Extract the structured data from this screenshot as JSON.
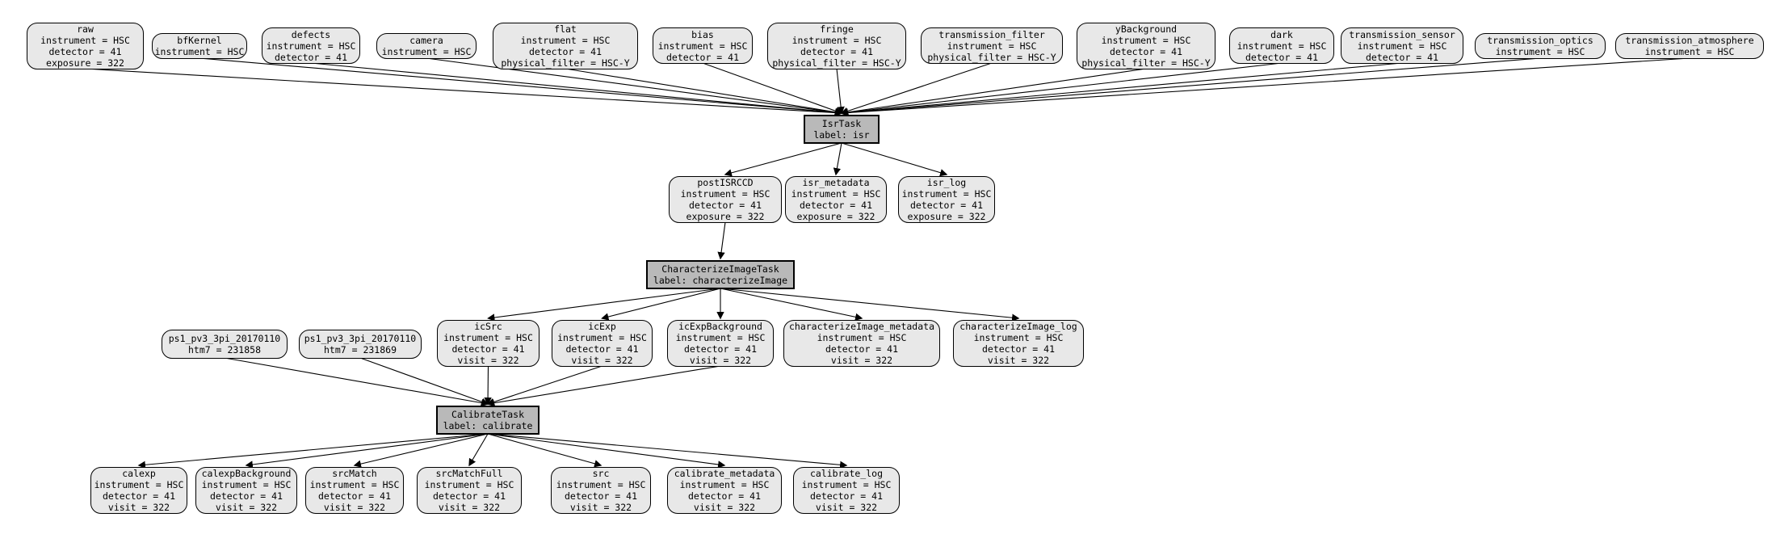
{
  "diagram": {
    "type": "pipeline-dag",
    "background": "#ffffff",
    "dataset_node_fill": "#e8e8e8",
    "task_node_fill": "#b9b9b9",
    "border_color": "#000000"
  },
  "nodes": {
    "raw": {
      "label": "raw",
      "attrs": [
        "instrument = HSC",
        "detector = 41",
        "exposure = 322"
      ]
    },
    "bfKernel": {
      "label": "bfKernel",
      "attrs": [
        "instrument = HSC"
      ]
    },
    "defects": {
      "label": "defects",
      "attrs": [
        "instrument = HSC",
        "detector = 41"
      ]
    },
    "camera": {
      "label": "camera",
      "attrs": [
        "instrument = HSC"
      ]
    },
    "flat": {
      "label": "flat",
      "attrs": [
        "instrument = HSC",
        "detector = 41",
        "physical_filter = HSC-Y"
      ]
    },
    "bias": {
      "label": "bias",
      "attrs": [
        "instrument = HSC",
        "detector = 41"
      ]
    },
    "fringe": {
      "label": "fringe",
      "attrs": [
        "instrument = HSC",
        "detector = 41",
        "physical_filter = HSC-Y"
      ]
    },
    "transmission_filter": {
      "label": "transmission_filter",
      "attrs": [
        "instrument = HSC",
        "physical_filter = HSC-Y"
      ]
    },
    "yBackground": {
      "label": "yBackground",
      "attrs": [
        "instrument = HSC",
        "detector = 41",
        "physical_filter = HSC-Y"
      ]
    },
    "dark": {
      "label": "dark",
      "attrs": [
        "instrument = HSC",
        "detector = 41"
      ]
    },
    "transmission_sensor": {
      "label": "transmission_sensor",
      "attrs": [
        "instrument = HSC",
        "detector = 41"
      ]
    },
    "transmission_optics": {
      "label": "transmission_optics",
      "attrs": [
        "instrument = HSC"
      ]
    },
    "transmission_atmosphere": {
      "label": "transmission_atmosphere",
      "attrs": [
        "instrument = HSC"
      ]
    },
    "isrTask": {
      "label": "IsrTask",
      "attrs": [
        "label: isr"
      ]
    },
    "postISRCCD": {
      "label": "postISRCCD",
      "attrs": [
        "instrument = HSC",
        "detector = 41",
        "exposure = 322"
      ]
    },
    "isr_metadata": {
      "label": "isr_metadata",
      "attrs": [
        "instrument = HSC",
        "detector = 41",
        "exposure = 322"
      ]
    },
    "isr_log": {
      "label": "isr_log",
      "attrs": [
        "instrument = HSC",
        "detector = 41",
        "exposure = 322"
      ]
    },
    "characterizeImageTask": {
      "label": "CharacterizeImageTask",
      "attrs": [
        "label: characterizeImage"
      ]
    },
    "ps1_231858": {
      "label": "ps1_pv3_3pi_20170110",
      "attrs": [
        "htm7 = 231858"
      ]
    },
    "ps1_231869": {
      "label": "ps1_pv3_3pi_20170110",
      "attrs": [
        "htm7 = 231869"
      ]
    },
    "icSrc": {
      "label": "icSrc",
      "attrs": [
        "instrument = HSC",
        "detector = 41",
        "visit = 322"
      ]
    },
    "icExp": {
      "label": "icExp",
      "attrs": [
        "instrument = HSC",
        "detector = 41",
        "visit = 322"
      ]
    },
    "icExpBackground": {
      "label": "icExpBackground",
      "attrs": [
        "instrument = HSC",
        "detector = 41",
        "visit = 322"
      ]
    },
    "characterizeImage_metadata": {
      "label": "characterizeImage_metadata",
      "attrs": [
        "instrument = HSC",
        "detector = 41",
        "visit = 322"
      ]
    },
    "characterizeImage_log": {
      "label": "characterizeImage_log",
      "attrs": [
        "instrument = HSC",
        "detector = 41",
        "visit = 322"
      ]
    },
    "calibrateTask": {
      "label": "CalibrateTask",
      "attrs": [
        "label: calibrate"
      ]
    },
    "calexp": {
      "label": "calexp",
      "attrs": [
        "instrument = HSC",
        "detector = 41",
        "visit = 322"
      ]
    },
    "calexpBackground": {
      "label": "calexpBackground",
      "attrs": [
        "instrument = HSC",
        "detector = 41",
        "visit = 322"
      ]
    },
    "srcMatch": {
      "label": "srcMatch",
      "attrs": [
        "instrument = HSC",
        "detector = 41",
        "visit = 322"
      ]
    },
    "srcMatchFull": {
      "label": "srcMatchFull",
      "attrs": [
        "instrument = HSC",
        "detector = 41",
        "visit = 322"
      ]
    },
    "src": {
      "label": "src",
      "attrs": [
        "instrument = HSC",
        "detector = 41",
        "visit = 322"
      ]
    },
    "calibrate_metadata": {
      "label": "calibrate_metadata",
      "attrs": [
        "instrument = HSC",
        "detector = 41",
        "visit = 322"
      ]
    },
    "calibrate_log": {
      "label": "calibrate_log",
      "attrs": [
        "instrument = HSC",
        "detector = 41",
        "visit = 322"
      ]
    }
  },
  "edges": [
    [
      "raw",
      "isrTask"
    ],
    [
      "bfKernel",
      "isrTask"
    ],
    [
      "defects",
      "isrTask"
    ],
    [
      "camera",
      "isrTask"
    ],
    [
      "flat",
      "isrTask"
    ],
    [
      "bias",
      "isrTask"
    ],
    [
      "fringe",
      "isrTask"
    ],
    [
      "transmission_filter",
      "isrTask"
    ],
    [
      "yBackground",
      "isrTask"
    ],
    [
      "dark",
      "isrTask"
    ],
    [
      "transmission_sensor",
      "isrTask"
    ],
    [
      "transmission_optics",
      "isrTask"
    ],
    [
      "transmission_atmosphere",
      "isrTask"
    ],
    [
      "isrTask",
      "postISRCCD"
    ],
    [
      "isrTask",
      "isr_metadata"
    ],
    [
      "isrTask",
      "isr_log"
    ],
    [
      "postISRCCD",
      "characterizeImageTask"
    ],
    [
      "characterizeImageTask",
      "icSrc"
    ],
    [
      "characterizeImageTask",
      "icExp"
    ],
    [
      "characterizeImageTask",
      "icExpBackground"
    ],
    [
      "characterizeImageTask",
      "characterizeImage_metadata"
    ],
    [
      "characterizeImageTask",
      "characterizeImage_log"
    ],
    [
      "ps1_231858",
      "calibrateTask"
    ],
    [
      "ps1_231869",
      "calibrateTask"
    ],
    [
      "icSrc",
      "calibrateTask"
    ],
    [
      "icExp",
      "calibrateTask"
    ],
    [
      "icExpBackground",
      "calibrateTask"
    ],
    [
      "calibrateTask",
      "calexp"
    ],
    [
      "calibrateTask",
      "calexpBackground"
    ],
    [
      "calibrateTask",
      "srcMatch"
    ],
    [
      "calibrateTask",
      "srcMatchFull"
    ],
    [
      "calibrateTask",
      "src"
    ],
    [
      "calibrateTask",
      "calibrate_metadata"
    ],
    [
      "calibrateTask",
      "calibrate_log"
    ]
  ]
}
